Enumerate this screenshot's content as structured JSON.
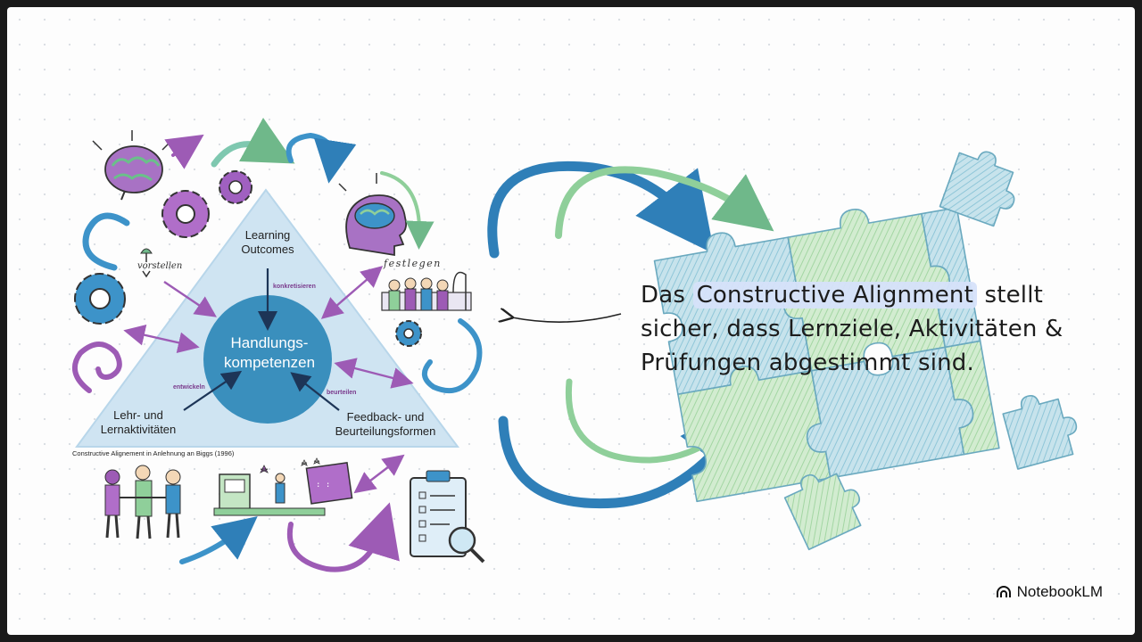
{
  "diagram": {
    "top_label_line1": "Learning",
    "top_label_line2": "Outcomes",
    "center_label_line1": "Handlungs-",
    "center_label_line2": "kompetenzen",
    "left_label_line1": "Lehr- und",
    "left_label_line2": "Lernaktivitäten",
    "right_label_line1": "Feedback- und",
    "right_label_line2": "Beurteilungsformen",
    "verb_top": "konkretisieren",
    "verb_left": "entwickeln",
    "verb_right": "beurteilen",
    "footnote": "Constructive Alignement in Anlehnung an Biggs (1996)",
    "sketch_label_left": "vorstellen",
    "sketch_label_right": "festlegen"
  },
  "caption": {
    "part1": "Das ",
    "highlight": "Constructive Alignment",
    "part2": " stellt sicher, dass Lernziele, Aktivitäten & Prüfungen abgestimmt sind."
  },
  "brand": {
    "name": "NotebookLM"
  },
  "colors": {
    "triangle": "#cfe4f2",
    "center_circle": "#3a8fbd",
    "purple": "#9d5bb5",
    "blue": "#3d93c9",
    "green": "#8fcf9a",
    "puzzle_blue": "#b7dbe6",
    "puzzle_green": "#c4e6c4",
    "highlight": "#d6e2fa"
  }
}
